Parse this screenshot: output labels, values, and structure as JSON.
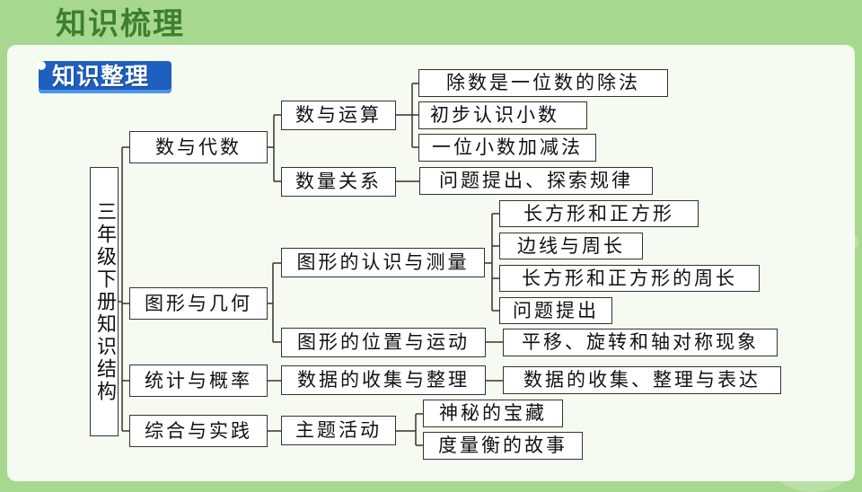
{
  "header": {
    "title": "知识梳理"
  },
  "badge": {
    "label": "知识整理"
  },
  "root": {
    "label": "三年级下册知识结构"
  },
  "level1": [
    {
      "label": "数与代数"
    },
    {
      "label": "图形与几何"
    },
    {
      "label": "统计与概率"
    },
    {
      "label": "综合与实践"
    }
  ],
  "level2": [
    {
      "label": "数与运算"
    },
    {
      "label": "数量关系"
    },
    {
      "label": "图形的认识与测量"
    },
    {
      "label": "图形的位置与运动"
    },
    {
      "label": "数据的收集与整理"
    },
    {
      "label": "主题活动"
    }
  ],
  "level3": [
    {
      "label": "除数是一位数的除法"
    },
    {
      "label": "初步认识小数"
    },
    {
      "label": "一位小数加减法"
    },
    {
      "label": "问题提出、探索规律"
    },
    {
      "label": "长方形和正方形"
    },
    {
      "label": "边线与周长"
    },
    {
      "label": "长方形和正方形的周长"
    },
    {
      "label": "问题提出"
    },
    {
      "label": "平移、旋转和轴对称现象"
    },
    {
      "label": "数据的收集、整理与表达"
    },
    {
      "label": "神秘的宝藏"
    },
    {
      "label": "度量衡的故事"
    }
  ],
  "colors": {
    "background": "#a6d98f",
    "title": "#3f7f2f",
    "badge": "#1f5fbf",
    "line": "#333333"
  }
}
